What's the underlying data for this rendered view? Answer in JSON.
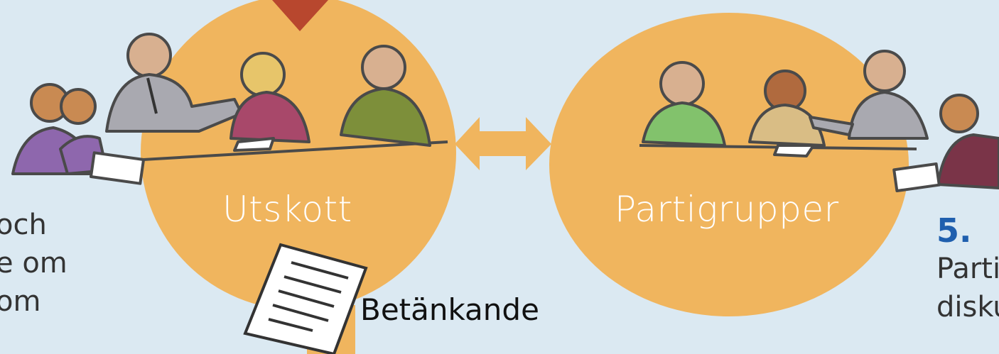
{
  "colors": {
    "background": "#dbe9f2",
    "bubble": "#f0b55e",
    "arrow_down": "#b8472e",
    "step_number": "#1f5fae"
  },
  "left_text": {
    "lines": [
      "och",
      "e om",
      "om"
    ]
  },
  "utskott": {
    "label": "Utskott"
  },
  "partigrupper": {
    "label": "Partigrupper"
  },
  "document": {
    "label": "Betänkande",
    "icon": "document-icon"
  },
  "step": {
    "number": "5.",
    "lines": [
      "Parti",
      "disku"
    ]
  },
  "connector": {
    "icon": "double-arrow-icon"
  }
}
